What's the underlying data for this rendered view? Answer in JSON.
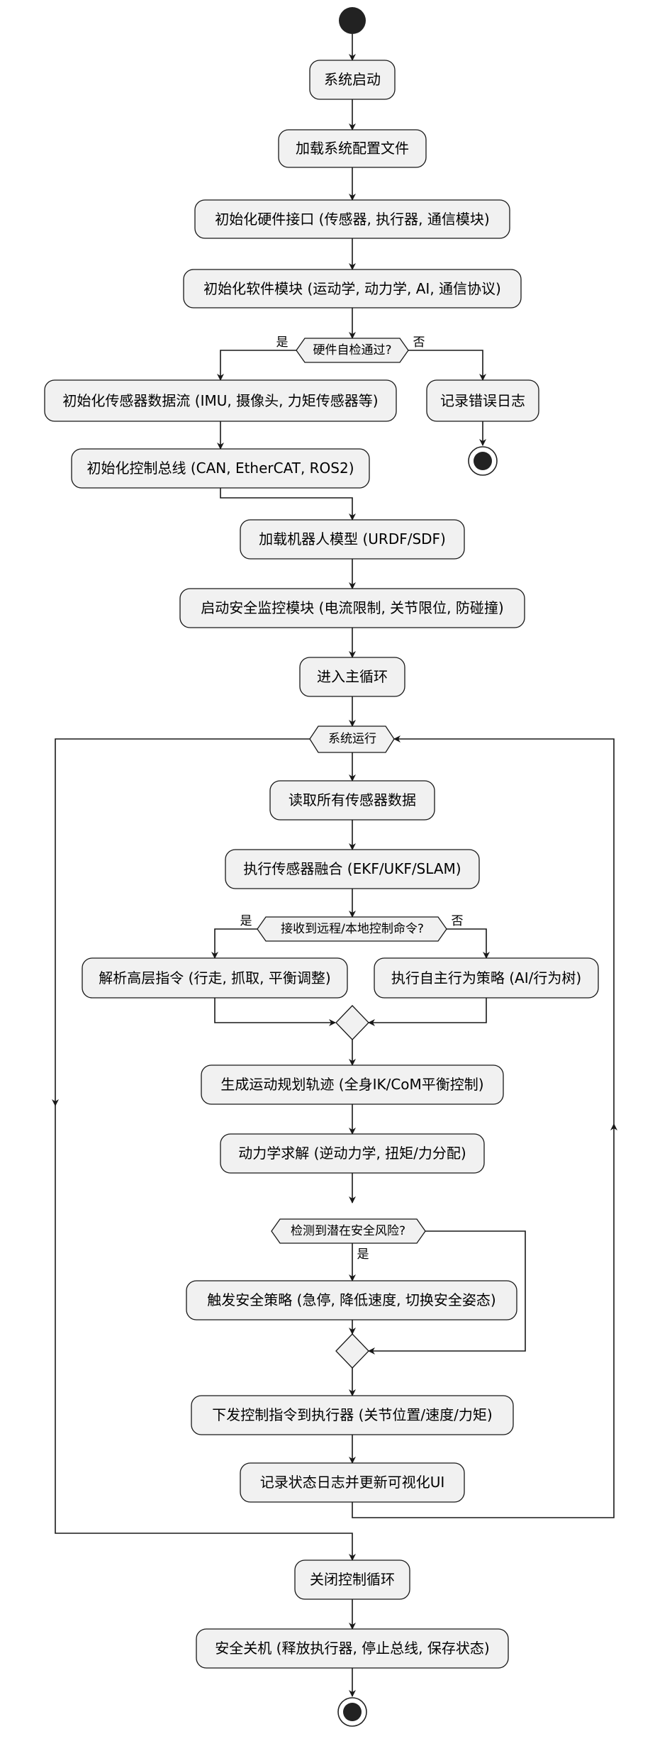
{
  "nodes": {
    "n1": "系统启动",
    "n2": "加载系统配置文件",
    "n3": "初始化硬件接口 (传感器, 执行器, 通信模块)",
    "n4": "初始化软件模块 (运动学, 动力学, AI, 通信协议)",
    "d1": "硬件自检通过?",
    "n5": "初始化传感器数据流 (IMU, 摄像头, 力矩传感器等)",
    "n6": "记录错误日志",
    "n7": "初始化控制总线 (CAN, EtherCAT, ROS2)",
    "n8": "加载机器人模型 (URDF/SDF)",
    "n9": "启动安全监控模块 (电流限制, 关节限位, 防碰撞)",
    "n10": "进入主循环",
    "d2": "系统运行",
    "n11": "读取所有传感器数据",
    "n12": "执行传感器融合 (EKF/UKF/SLAM)",
    "d3": "接收到远程/本地控制命令?",
    "n13": "解析高层指令 (行走, 抓取, 平衡调整)",
    "n14": "执行自主行为策略 (AI/行为树)",
    "n15": "生成运动规划轨迹 (全身IK/CoM平衡控制)",
    "n16": "动力学求解 (逆动力学, 扭矩/力分配)",
    "d4": "检测到潜在安全风险?",
    "n17": "触发安全策略 (急停, 降低速度, 切换安全姿态)",
    "n18": "下发控制指令到执行器 (关节位置/速度/力矩)",
    "n19": "记录状态日志并更新可视化UI",
    "n20": "关闭控制循环",
    "n21": "安全关机 (释放执行器, 停止总线, 保存状态)"
  },
  "labels": {
    "d1_yes": "是",
    "d1_no": "否",
    "d3_yes": "是",
    "d3_no": "否",
    "d4_yes": "是"
  }
}
